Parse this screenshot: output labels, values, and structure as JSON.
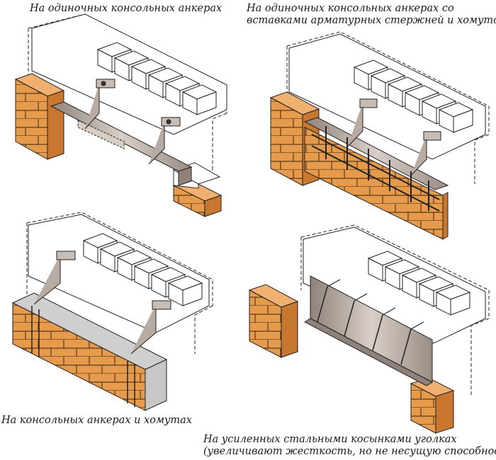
{
  "captions": {
    "top_left": "На одиночных консольных анкерах",
    "top_right_line1": "На одиночных консольных анкерах со",
    "top_right_line2": "вставками арматурных стержней и хомутов",
    "bottom_left": "На консольных анкерах и хомутах",
    "bottom_right_line1": "На усиленных стальными косынками уголках",
    "bottom_right_line2": "(увеличивают жесткость, но не несущую способность)"
  },
  "colors": {
    "brick": "#e59a4c",
    "brick_dark": "#c7772f",
    "steel": "#bdb1a8",
    "block": "#ffffff",
    "line": "#222222"
  }
}
